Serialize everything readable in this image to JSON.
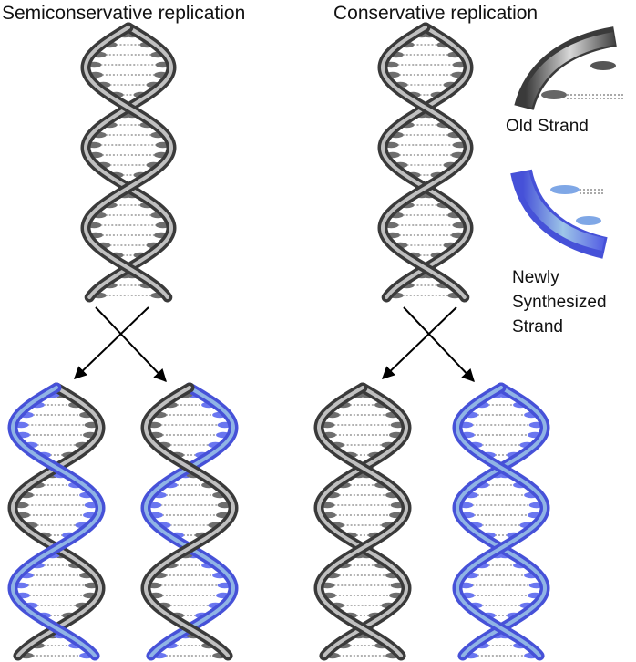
{
  "titles": {
    "semiconservative": "Semiconservative replication",
    "conservative": "Conservative replication"
  },
  "legend": {
    "old_strand": "Old Strand",
    "new_strand_line1": "Newly",
    "new_strand_line2": "Synthesized",
    "new_strand_line3": "Strand"
  },
  "colors": {
    "old_strand": "#6e6e6e",
    "old_strand_dark": "#3a3a3a",
    "old_strand_light": "#d8d8d8",
    "new_strand": "#6a76f0",
    "new_strand_dark": "#4651d8",
    "new_strand_light": "#9ec6e8",
    "arrow": "#000000"
  },
  "helices": [
    {
      "name": "parent-helix-semiconservative",
      "strand_a": "old",
      "strand_b": "old"
    },
    {
      "name": "parent-helix-conservative",
      "strand_a": "old",
      "strand_b": "old"
    },
    {
      "name": "daughter-helix-semi-left",
      "strand_a": "old",
      "strand_b": "new"
    },
    {
      "name": "daughter-helix-semi-right",
      "strand_a": "new",
      "strand_b": "old"
    },
    {
      "name": "daughter-helix-cons-left",
      "strand_a": "old",
      "strand_b": "old"
    },
    {
      "name": "daughter-helix-cons-right",
      "strand_a": "new",
      "strand_b": "new"
    }
  ]
}
